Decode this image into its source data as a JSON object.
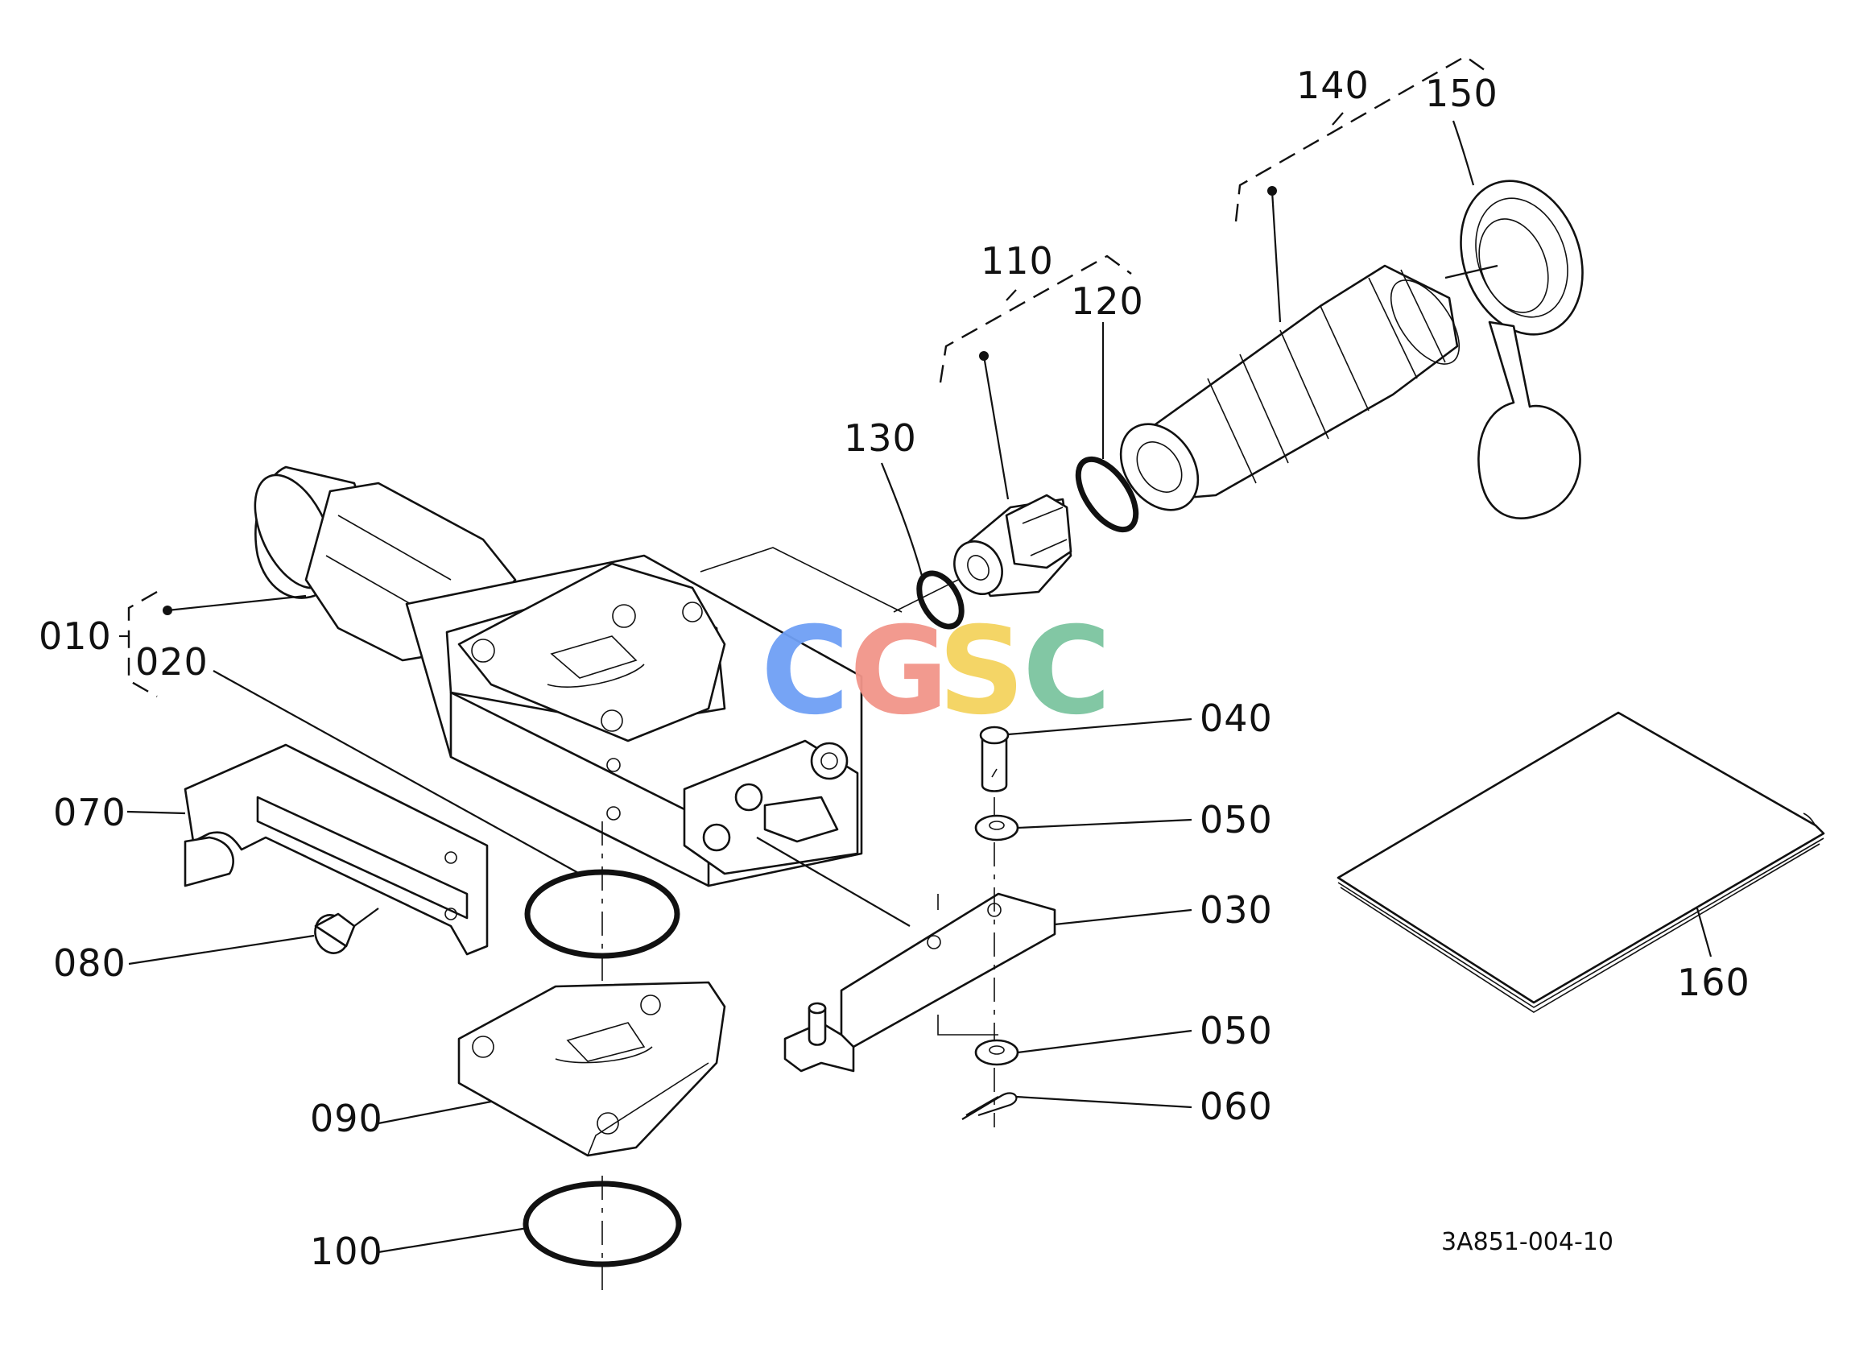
{
  "diagram": {
    "part_labels": {
      "p010": "010",
      "p020": "020",
      "p030": "030",
      "p040": "040",
      "p050a": "050",
      "p050b": "050",
      "p060": "060",
      "p070": "070",
      "p080": "080",
      "p090": "090",
      "p100": "100",
      "p110": "110",
      "p120": "120",
      "p130": "130",
      "p140": "140",
      "p150": "150",
      "p160": "160"
    },
    "drawing_code": "3A851-004-10"
  },
  "watermark": {
    "letters": [
      "C",
      "G",
      "S",
      "C"
    ],
    "colors": [
      "#6fa0f5",
      "#f2958a",
      "#f4d35e",
      "#7cc5a0"
    ]
  },
  "colors": {
    "line": "#111111",
    "background": "#ffffff"
  }
}
